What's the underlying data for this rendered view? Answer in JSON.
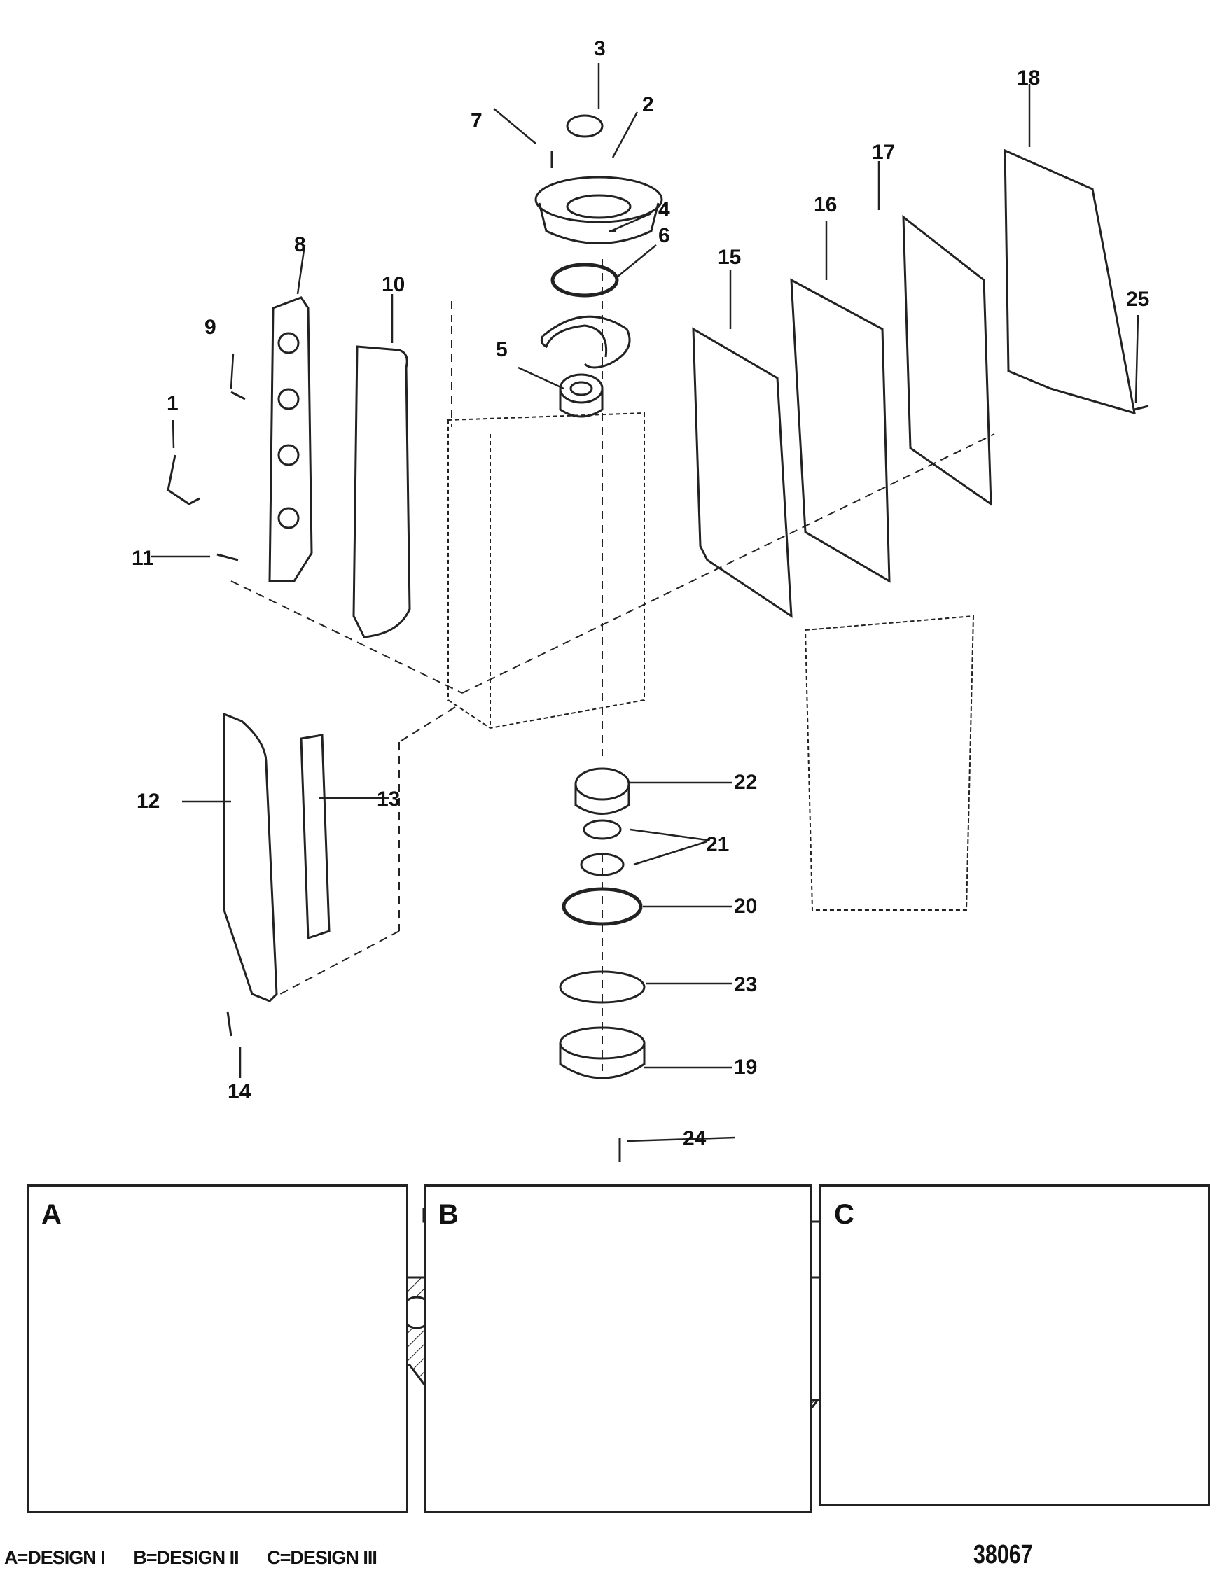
{
  "figure": {
    "number": "38067",
    "legend": [
      {
        "key": "A",
        "label": "A=DESIGN I"
      },
      {
        "key": "B",
        "label": "B=DESIGN II"
      },
      {
        "key": "C",
        "label": "C=DESIGN III"
      }
    ]
  },
  "callouts": [
    "1",
    "2",
    "3",
    "4",
    "5",
    "6",
    "7",
    "8",
    "9",
    "10",
    "11",
    "12",
    "13",
    "14",
    "15",
    "16",
    "17",
    "18",
    "19",
    "20",
    "21",
    "22",
    "23",
    "24",
    "25"
  ],
  "panels": [
    {
      "letter": "A",
      "design": "DESIGN I"
    },
    {
      "letter": "B",
      "design": "DESIGN II"
    },
    {
      "letter": "C",
      "design": "DESIGN III"
    }
  ],
  "colors": {
    "ink": "#111111",
    "paper": "#ffffff"
  }
}
